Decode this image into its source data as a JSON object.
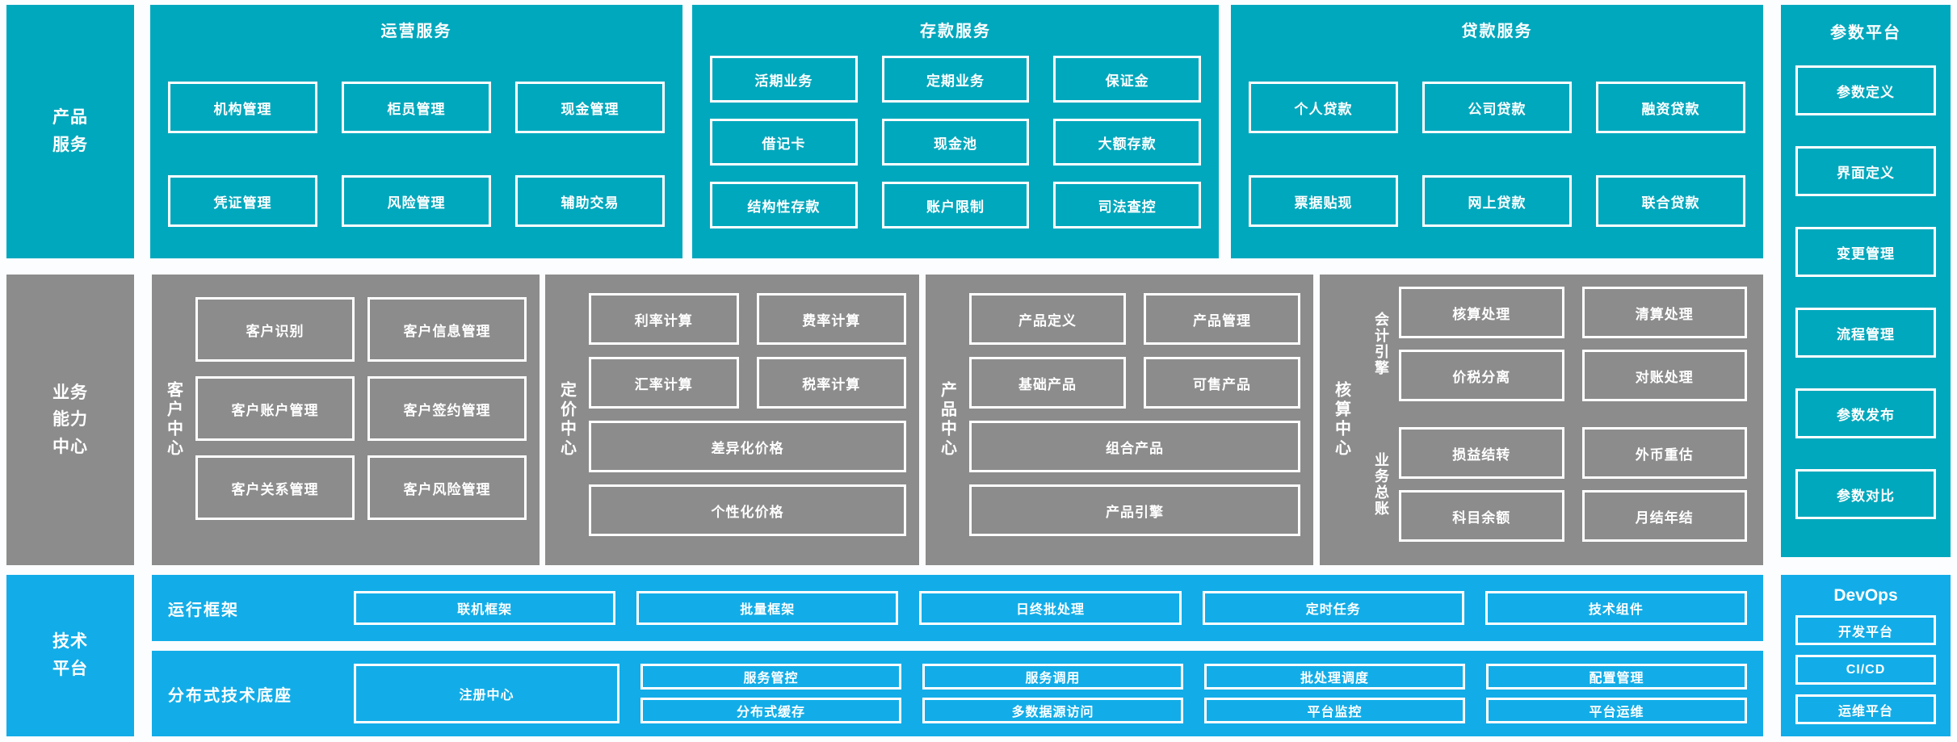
{
  "colors": {
    "teal": "#00a8bd",
    "gray": "#8c8c8c",
    "blue": "#12ade8",
    "border": "#ffffff"
  },
  "top": {
    "side_label": "产品\n服务",
    "operations": {
      "title": "运营服务",
      "boxes": [
        "机构管理",
        "柜员管理",
        "现金管理",
        "凭证管理",
        "风险管理",
        "辅助交易"
      ]
    },
    "deposits": {
      "title": "存款服务",
      "boxes": [
        "活期业务",
        "定期业务",
        "保证金",
        "借记卡",
        "现金池",
        "大额存款",
        "结构性存款",
        "账户限制",
        "司法查控"
      ]
    },
    "loans": {
      "title": "贷款服务",
      "boxes": [
        "个人贷款",
        "公司贷款",
        "融资贷款",
        "票据贴现",
        "网上贷款",
        "联合贷款"
      ]
    }
  },
  "param_platform": {
    "title": "参数平台",
    "boxes": [
      "参数定义",
      "界面定义",
      "变更管理",
      "流程管理",
      "参数发布",
      "参数对比"
    ]
  },
  "middle": {
    "side_label": "业务\n能力\n中心",
    "customer": {
      "label": "客户中心",
      "boxes": [
        "客户识别",
        "客户信息管理",
        "客户账户管理",
        "客户签约管理",
        "客户关系管理",
        "客户风险管理"
      ]
    },
    "pricing": {
      "label": "定价中心",
      "boxes": [
        "利率计算",
        "费率计算",
        "汇率计算",
        "税率计算"
      ],
      "wide_boxes": [
        "差异化价格",
        "个性化价格"
      ]
    },
    "product": {
      "label": "产品中心",
      "boxes": [
        "产品定义",
        "产品管理",
        "基础产品",
        "可售产品"
      ],
      "wide_boxes": [
        "组合产品",
        "产品引擎"
      ]
    },
    "accounting": {
      "label": "核算中心",
      "groups": [
        {
          "label": "会计引擎",
          "boxes": [
            "核算处理",
            "清算处理",
            "价税分离",
            "对账处理"
          ]
        },
        {
          "label": "业务总账",
          "boxes": [
            "损益结转",
            "外币重估",
            "科目余额",
            "月结年结"
          ]
        }
      ]
    }
  },
  "bottom": {
    "side_label": "技术\n平台",
    "runtime": {
      "label": "运行框架",
      "boxes": [
        "联机框架",
        "批量框架",
        "日终批处理",
        "定时任务",
        "技术组件"
      ]
    },
    "base": {
      "label": "分布式技术底座",
      "primary_box": "注册中心",
      "stacks": [
        [
          "服务管控",
          "分布式缓存"
        ],
        [
          "服务调用",
          "多数据源访问"
        ],
        [
          "批处理调度",
          "平台监控"
        ],
        [
          "配置管理",
          "平台运维"
        ]
      ]
    },
    "devops": {
      "title": "DevOps",
      "boxes": [
        "开发平台",
        "CI/CD",
        "运维平台"
      ]
    }
  }
}
